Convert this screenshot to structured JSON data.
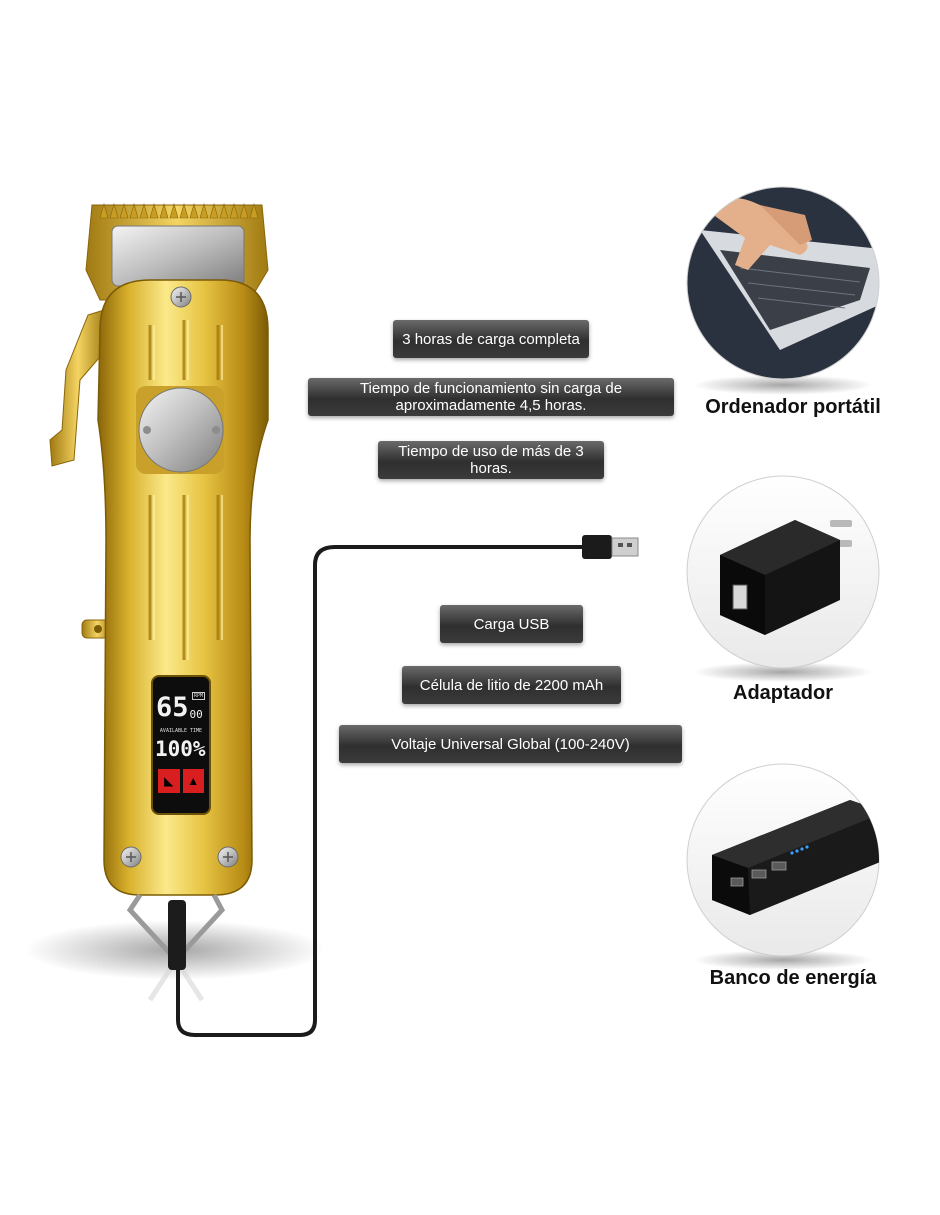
{
  "labels": [
    "3 horas de carga completa",
    "Tiempo de funcionamiento sin carga de\naproximadamente 4,5 horas.",
    "Tiempo de uso de más de 3 horas.",
    "Carga USB",
    "Célula de litio de 2200 mAh",
    "Voltaje Universal Global (100-240V)"
  ],
  "devices": [
    {
      "caption": "Ordenador portátil",
      "icon": "laptop-icon"
    },
    {
      "caption": "Adaptador",
      "icon": "wall-adapter-icon"
    },
    {
      "caption": "Banco de energía",
      "icon": "power-bank-icon"
    }
  ],
  "lcd": {
    "minutes": "65",
    "seconds": "00",
    "rpm_tag": "RPM",
    "available_label": "AVAILABLE TIME",
    "battery": "100%"
  },
  "colors": {
    "gold_light": "#f6de6a",
    "gold_mid": "#d8b42a",
    "gold_dark": "#9a7410",
    "pill_dark": "#333333",
    "lcd_red": "#d81e1e"
  }
}
